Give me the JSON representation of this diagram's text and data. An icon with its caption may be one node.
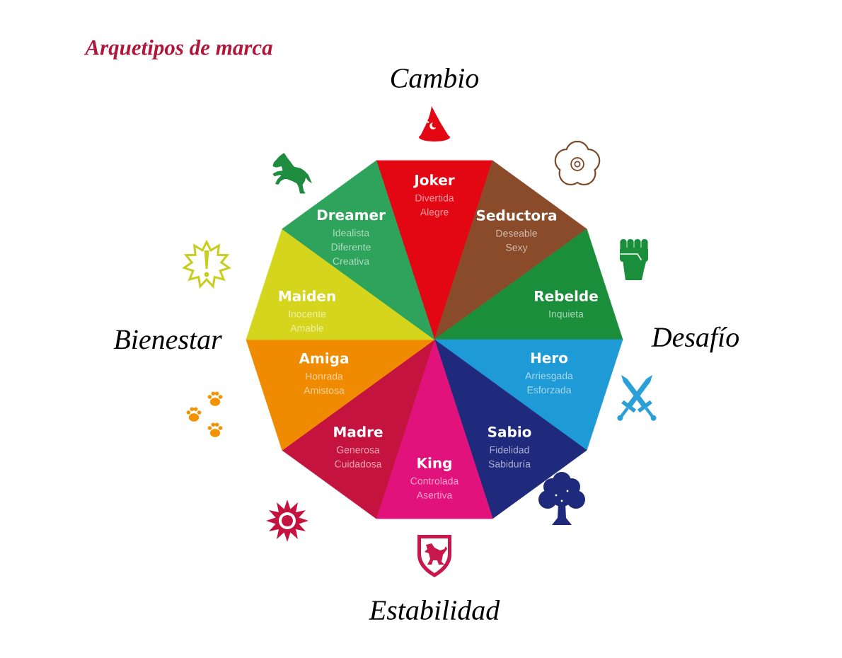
{
  "diagram": {
    "title": "Arquetipos de marca",
    "nodes": [
      {
        "text": [
          "Joker",
          "Divertida",
          "Alegre"
        ]
      },
      {
        "text": [
          "Seductora",
          "Deseable",
          "Sexy"
        ]
      },
      {
        "text": [
          "Rebelde",
          "Inquieta"
        ]
      },
      {
        "text": [
          "Hero",
          "Arriesgada",
          "Esforzada"
        ]
      },
      {
        "text": [
          "Sabio",
          "Fidelidad",
          "Sabiduría"
        ]
      },
      {
        "text": [
          "King",
          "Controlada",
          "Asertiva"
        ]
      },
      {
        "text": [
          "Madre",
          "Generosa",
          "Cuidadosa"
        ]
      },
      {
        "text": [
          "Amiga",
          "Honrada",
          "Amistosa"
        ]
      },
      {
        "text": [
          "Maiden",
          "Inocente",
          "Amable"
        ]
      },
      {
        "text": [
          "Dreamer",
          "Idealista",
          "Diferente",
          "Creativa"
        ]
      }
    ],
    "labels": [
      "Cambio",
      "Bienestar",
      "Desafío",
      "Estabilidad"
    ]
  }
}
